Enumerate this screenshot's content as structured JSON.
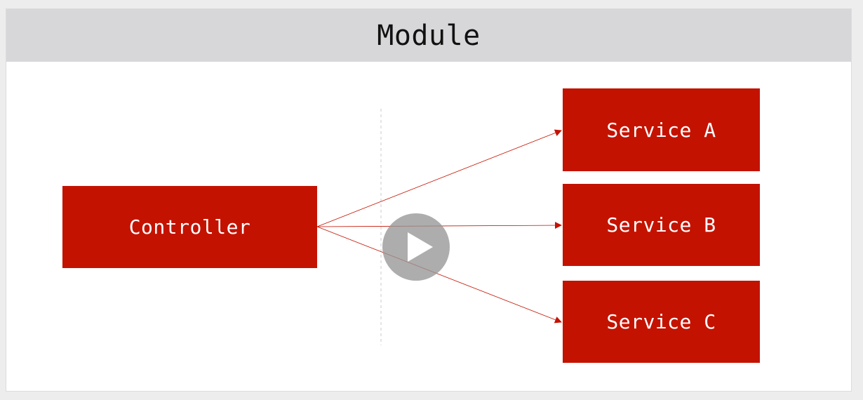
{
  "title": "Module",
  "nodes": {
    "controller": "Controller",
    "service_a": "Service A",
    "service_b": "Service B",
    "service_c": "Service C"
  },
  "colors": {
    "box": "#c41200",
    "arrow": "#c41200",
    "header": "#d7d6d9",
    "divider": "#c8c8c8"
  },
  "icons": {
    "overlay": "play-icon"
  }
}
